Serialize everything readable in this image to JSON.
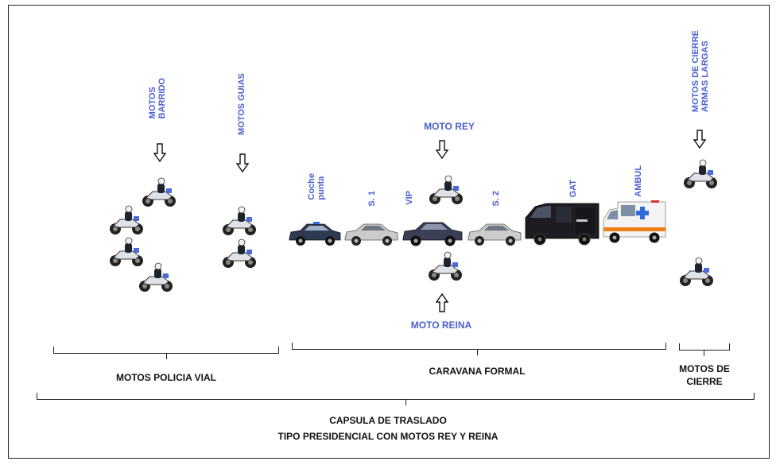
{
  "labels": {
    "motos_barrido": [
      "MOTOS",
      "BARRIDO"
    ],
    "motos_guias": "MOTOS GUIAS",
    "motos_cierre": [
      "MOTOS DE CIERRE",
      "ARMAS LARGAS"
    ],
    "moto_rey": "MOTO REY",
    "moto_reina": "MOTO REINA",
    "coche_punta": [
      "Coche",
      "punta"
    ],
    "s1": "S. 1",
    "vip": "VIP",
    "s2": "S. 2",
    "gat": "GAT",
    "ambul": "AMBUL"
  },
  "groups": {
    "motos_policia_vial": "MOTOS POLICIA VIAL",
    "caravana_formal": "CARAVANA FORMAL",
    "motos_de_cierre": [
      "MOTOS DE",
      "CIERRE"
    ]
  },
  "title": {
    "line1": "CAPSULA DE TRASLADO",
    "line2": "TIPO PRESIDENCIAL CON MOTOS REY Y REINA"
  },
  "colors": {
    "label_blue": "#4a5fd0",
    "police_car": "#2e3a52",
    "silver_car": "#c9cbcd",
    "vip_car": "#3a3f55",
    "gat_truck": "#1c1c22",
    "ambulance": "#f4f4f4"
  }
}
